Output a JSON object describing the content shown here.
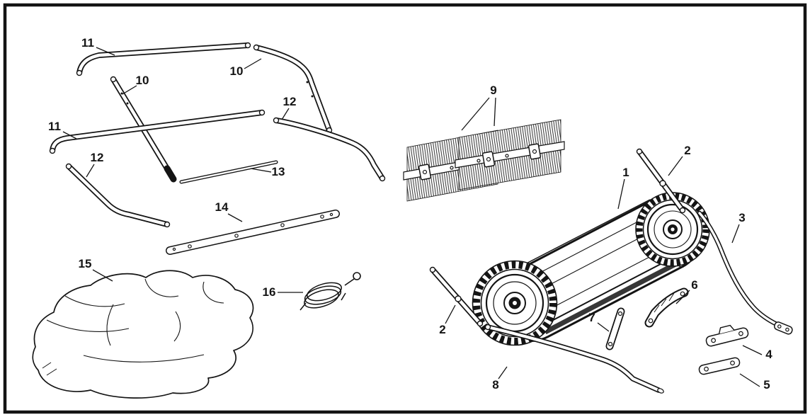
{
  "figure": {
    "kind": "exploded-parts-diagram",
    "subject": "Lawn sweeper parts diagram",
    "background_color": "#ffffff",
    "line_color": "#141414",
    "callouts": [
      {
        "part": "11",
        "target": "upper-handle-tube"
      },
      {
        "part": "10",
        "target": "handle-brace-diagonal"
      },
      {
        "part": "10",
        "target": "handle-side-tube-right"
      },
      {
        "part": "12",
        "target": "handle-lower-tube-right"
      },
      {
        "part": "11",
        "target": "middle-handle-tube"
      },
      {
        "part": "12",
        "target": "handle-lower-tube-left"
      },
      {
        "part": "13",
        "target": "cross-rod"
      },
      {
        "part": "14",
        "target": "drilled-flat-bar"
      },
      {
        "part": "15",
        "target": "collection-bag"
      },
      {
        "part": "16",
        "target": "cable-coil"
      },
      {
        "part": "9",
        "target": "brush-sections"
      },
      {
        "part": "1",
        "target": "sweeper-drum-housing"
      },
      {
        "part": "2",
        "target": "handle-tube-upper-right"
      },
      {
        "part": "3",
        "target": "bent-support-rod"
      },
      {
        "part": "2",
        "target": "handle-tube-lower-left"
      },
      {
        "part": "6",
        "target": "curved-link-arm"
      },
      {
        "part": "7",
        "target": "flat-strap"
      },
      {
        "part": "4",
        "target": "hitch-bracket"
      },
      {
        "part": "8",
        "target": "long-bent-tube"
      },
      {
        "part": "5",
        "target": "drilled-plate"
      }
    ]
  }
}
